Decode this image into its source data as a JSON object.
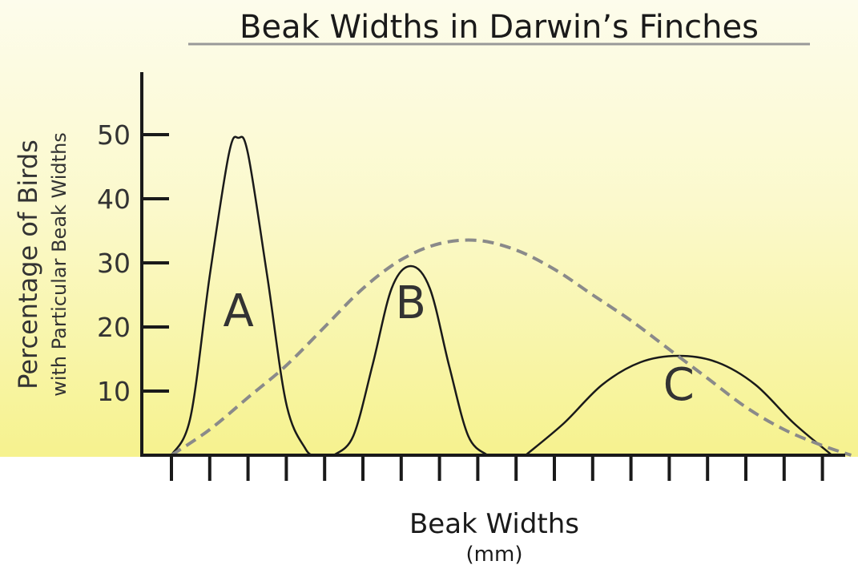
{
  "chart_data": {
    "type": "line",
    "title": "Beak Widths in Darwin’s Finches",
    "ylabel": "Percentage of Birds",
    "ylabel_sub": "with Particular Beak Widths",
    "xlabel": "Beak Widths",
    "xlabel_sub": "(mm)",
    "y_ticks": [
      "10",
      "20",
      "30",
      "40",
      "50"
    ],
    "ylim": [
      0,
      58
    ],
    "x_tick_count": 18,
    "xlim": [
      0,
      18
    ],
    "series": [
      {
        "name": "A",
        "x": [
          0,
          0.5,
          1,
          1.5,
          1.75,
          2,
          2.5,
          3,
          3.5,
          3.75
        ],
        "values": [
          0,
          6,
          28,
          47,
          49.5,
          47,
          28,
          8,
          1,
          0
        ],
        "style": "solid"
      },
      {
        "name": "B",
        "x": [
          4.25,
          4.75,
          5.25,
          5.75,
          6.25,
          6.75,
          7.25,
          7.75,
          8.25
        ],
        "values": [
          0,
          3,
          14,
          26,
          29.5,
          26,
          14,
          3,
          0
        ],
        "style": "solid"
      },
      {
        "name": "C",
        "x": [
          9.25,
          10.25,
          11.25,
          12.25,
          13.25,
          14.25,
          15.25,
          16.25,
          17.25
        ],
        "values": [
          0,
          5,
          11,
          14.5,
          15.5,
          14.5,
          11,
          5,
          0
        ],
        "style": "solid"
      },
      {
        "x": [
          0,
          1,
          2,
          3,
          4,
          5,
          6,
          7,
          8,
          9,
          10,
          11,
          12,
          13,
          14,
          15,
          16,
          17,
          17.75
        ],
        "values": [
          0,
          4,
          9,
          14,
          20,
          26,
          30.5,
          33,
          33.5,
          32,
          29,
          25,
          21,
          16.5,
          12,
          7.5,
          4,
          1.5,
          0
        ],
        "style": "dashed"
      }
    ],
    "colors": {
      "curve": "#1a1a1a",
      "dashed": "#8a8a8a",
      "axis": "#1a1a1a",
      "bg_top": "#fdfcec",
      "bg_bottom": "#f6f28e"
    }
  }
}
